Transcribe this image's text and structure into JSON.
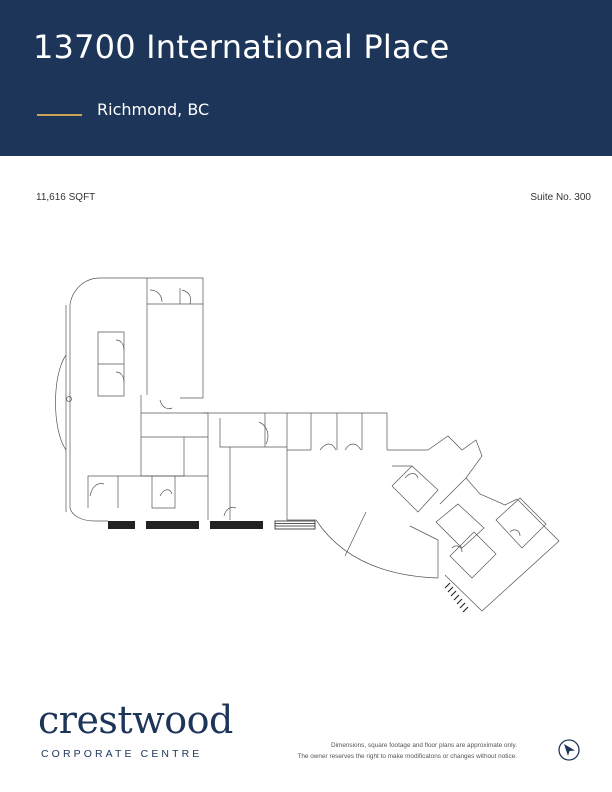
{
  "header": {
    "title": "13700 International Place",
    "subtitle": "Richmond, BC"
  },
  "details": {
    "area": "11,616 SQFT",
    "suite": "Suite No. 300"
  },
  "footer": {
    "logo_word": "crestwood",
    "logo_sub": "CORPORATE CENTRE",
    "disclaimer_line1": "Dimensions, square footage and floor plans are approximate only.",
    "disclaimer_line2": "The owner reserves the right to make modificatons or changes without notice."
  },
  "colors": {
    "header_bg": "#1c3559",
    "accent": "#c9a35a",
    "brand": "#1c3559"
  },
  "icons": {
    "north_arrow": "north-arrow-icon"
  }
}
